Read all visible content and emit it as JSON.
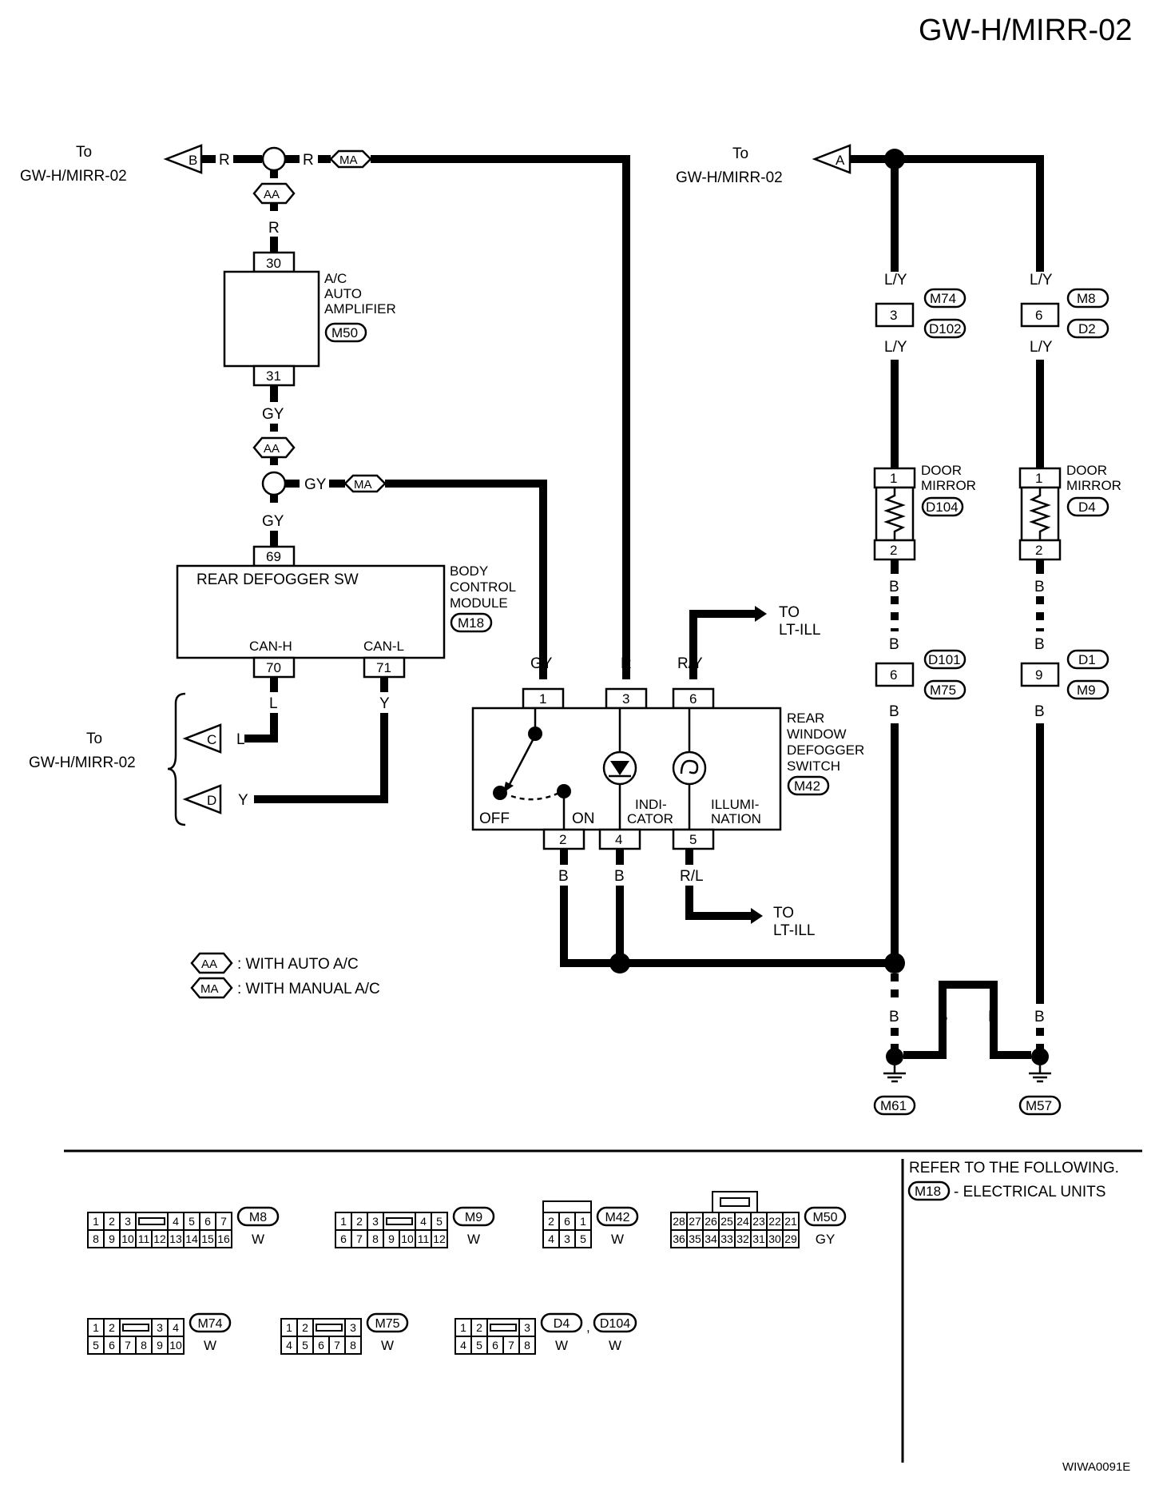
{
  "page_ref": "GW-H/MIRR-02",
  "figure_code": "WIWA0091E",
  "offpage": {
    "to": "To",
    "page": "GW-H/MIRR-02",
    "to_upper": "TO",
    "lt_ill": "LT-ILL",
    "arrows": [
      "A",
      "B",
      "C",
      "D"
    ]
  },
  "wire_colors": {
    "R": "R",
    "GY": "GY",
    "L_Y": "L/Y",
    "B": "B",
    "L": "L",
    "Y": "Y",
    "R_Y": "R/Y",
    "R_L": "R/L"
  },
  "option_codes": {
    "AA": "AA",
    "MA": "MA"
  },
  "components": {
    "ac_amp": {
      "lines": [
        "A/C",
        "AUTO",
        "AMPLIFIER"
      ],
      "connector": "M50",
      "pins": [
        "30",
        "31"
      ]
    },
    "bcm": {
      "inner": "REAR DEFOGGER SW",
      "lines": [
        "BODY",
        "CONTROL",
        "MODULE"
      ],
      "connector": "M18",
      "pins": [
        "69",
        "70",
        "71"
      ],
      "can_h": "CAN-H",
      "can_l": "CAN-L"
    },
    "defog_switch": {
      "lines": [
        "REAR",
        "WINDOW",
        "DEFOGGER",
        "SWITCH"
      ],
      "connector": "M42",
      "pins": [
        "1",
        "3",
        "6",
        "2",
        "4",
        "5"
      ],
      "off": "OFF",
      "on": "ON",
      "indicator": [
        "INDI-",
        "CATOR"
      ],
      "illumination": [
        "ILLUMI-",
        "NATION"
      ]
    },
    "mirror_lh": {
      "lines": [
        "DOOR",
        "MIRROR"
      ],
      "connector": "D104",
      "pins": [
        "1",
        "2"
      ],
      "upper_joint": {
        "pin": "3",
        "conn": [
          "M74",
          "D102"
        ]
      },
      "lower_joint": {
        "pin": "6",
        "conn": [
          "D101",
          "M75"
        ]
      },
      "ground": "M61"
    },
    "mirror_rh": {
      "lines": [
        "DOOR",
        "MIRROR"
      ],
      "connector": "D4",
      "pins": [
        "1",
        "2"
      ],
      "upper_joint": {
        "pin": "6",
        "conn": [
          "M8",
          "D2"
        ]
      },
      "lower_joint": {
        "pin": "9",
        "conn": [
          "D1",
          "M9"
        ]
      },
      "ground": "M57"
    }
  },
  "legend": {
    "aa": ": WITH AUTO A/C",
    "ma": ": WITH MANUAL A/C"
  },
  "refer": {
    "title": "REFER TO THE FOLLOWING.",
    "conn": "M18",
    "item": "- ELECTRICAL UNITS"
  },
  "connector_faces": [
    {
      "id": "M8",
      "color": "W",
      "top": [
        "1",
        "2",
        "3",
        "",
        "4",
        "5",
        "6",
        "7"
      ],
      "bottom": [
        "8",
        "9",
        "10",
        "11",
        "12",
        "13",
        "14",
        "15",
        "16"
      ]
    },
    {
      "id": "M9",
      "color": "W",
      "top": [
        "1",
        "2",
        "3",
        "",
        "4",
        "5"
      ],
      "bottom": [
        "6",
        "7",
        "8",
        "9",
        "10",
        "11",
        "12"
      ]
    },
    {
      "id": "M42",
      "color": "W",
      "top": [
        "2",
        "6",
        "1"
      ],
      "bottom": [
        "4",
        "3",
        "5"
      ]
    },
    {
      "id": "M50",
      "color": "GY",
      "top": [
        "28",
        "27",
        "26",
        "25",
        "24",
        "23",
        "22",
        "21"
      ],
      "bottom": [
        "36",
        "35",
        "34",
        "33",
        "32",
        "31",
        "30",
        "29"
      ]
    },
    {
      "id": "M74",
      "color": "W",
      "top": [
        "1",
        "2",
        "",
        "3",
        "4"
      ],
      "bottom": [
        "5",
        "6",
        "7",
        "8",
        "9",
        "10"
      ]
    },
    {
      "id": "M75",
      "color": "W",
      "top": [
        "1",
        "2",
        "",
        "3"
      ],
      "bottom": [
        "4",
        "5",
        "6",
        "7",
        "8"
      ]
    },
    {
      "id": "D4",
      "id2": "D104",
      "sep": ",",
      "color": "W",
      "top": [
        "1",
        "2",
        "",
        "3"
      ],
      "bottom": [
        "4",
        "5",
        "6",
        "7",
        "8"
      ]
    }
  ]
}
